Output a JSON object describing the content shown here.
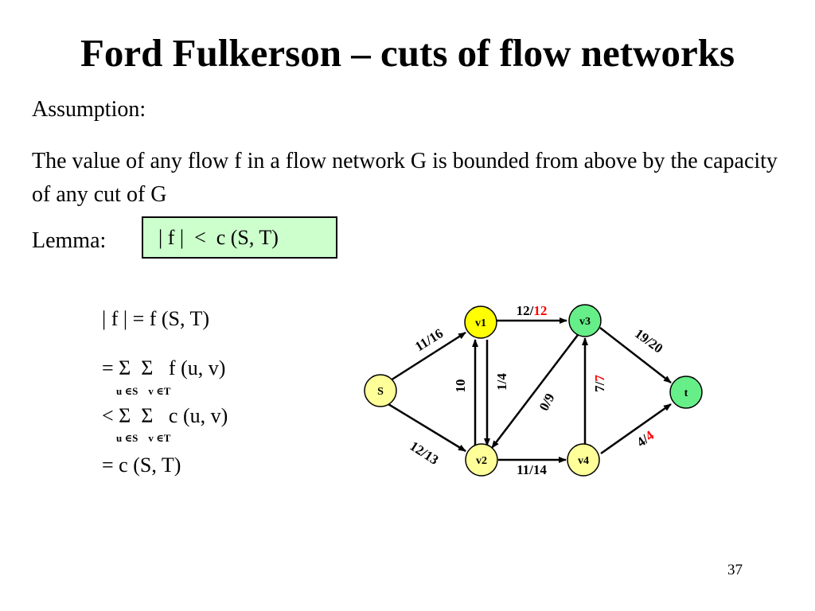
{
  "title": "Ford Fulkerson – cuts of flow networks",
  "assumption_label": "Assumption:",
  "statement": "The value of any flow f in a flow network G is bounded from above by the capacity of any cut of G",
  "lemma": {
    "label": "Lemma:",
    "formula": "| f |  <  c (S, T)",
    "box_color": "#ccffcc"
  },
  "proof": {
    "line1": "| f | = f (S, T)",
    "line2": "= Σ  Σ   f (u, v)",
    "line2_sub": "u ∈S    v ∈T",
    "line3": "< Σ  Σ   c (u, v)",
    "line3_sub": "u ∈S    v ∈T",
    "line4": "= c (S, T)"
  },
  "graph": {
    "nodes": [
      {
        "id": "S",
        "label": "S"
      },
      {
        "id": "v1",
        "label": "v1"
      },
      {
        "id": "v2",
        "label": "v2"
      },
      {
        "id": "v3",
        "label": "v3"
      },
      {
        "id": "v4",
        "label": "v4"
      },
      {
        "id": "t",
        "label": "t"
      }
    ],
    "edges": [
      {
        "from": "S",
        "to": "v1",
        "label": "11/16"
      },
      {
        "from": "S",
        "to": "v2",
        "label": "12/13"
      },
      {
        "from": "v2",
        "to": "v1",
        "label": "10"
      },
      {
        "from": "v1",
        "to": "v2",
        "label": "1/4"
      },
      {
        "from": "v1",
        "to": "v3",
        "label_flow": "12/",
        "label_cap": "12"
      },
      {
        "from": "v3",
        "to": "v2",
        "label": "0/9"
      },
      {
        "from": "v2",
        "to": "v4",
        "label": "11/14"
      },
      {
        "from": "v4",
        "to": "v3",
        "label_flow": "7/",
        "label_cap": "7"
      },
      {
        "from": "v3",
        "to": "t",
        "label": "19/20"
      },
      {
        "from": "v4",
        "to": "t",
        "label_flow": "4/",
        "label_cap": "4"
      }
    ],
    "colors": {
      "source_node": "#ffff99",
      "v1_node": "#ffff00",
      "inner_node": "#ffff99",
      "v3_node": "#66ee88",
      "sink_node": "#66ee88",
      "saturated_capacity": "#ff0000"
    }
  },
  "page_number": "37"
}
